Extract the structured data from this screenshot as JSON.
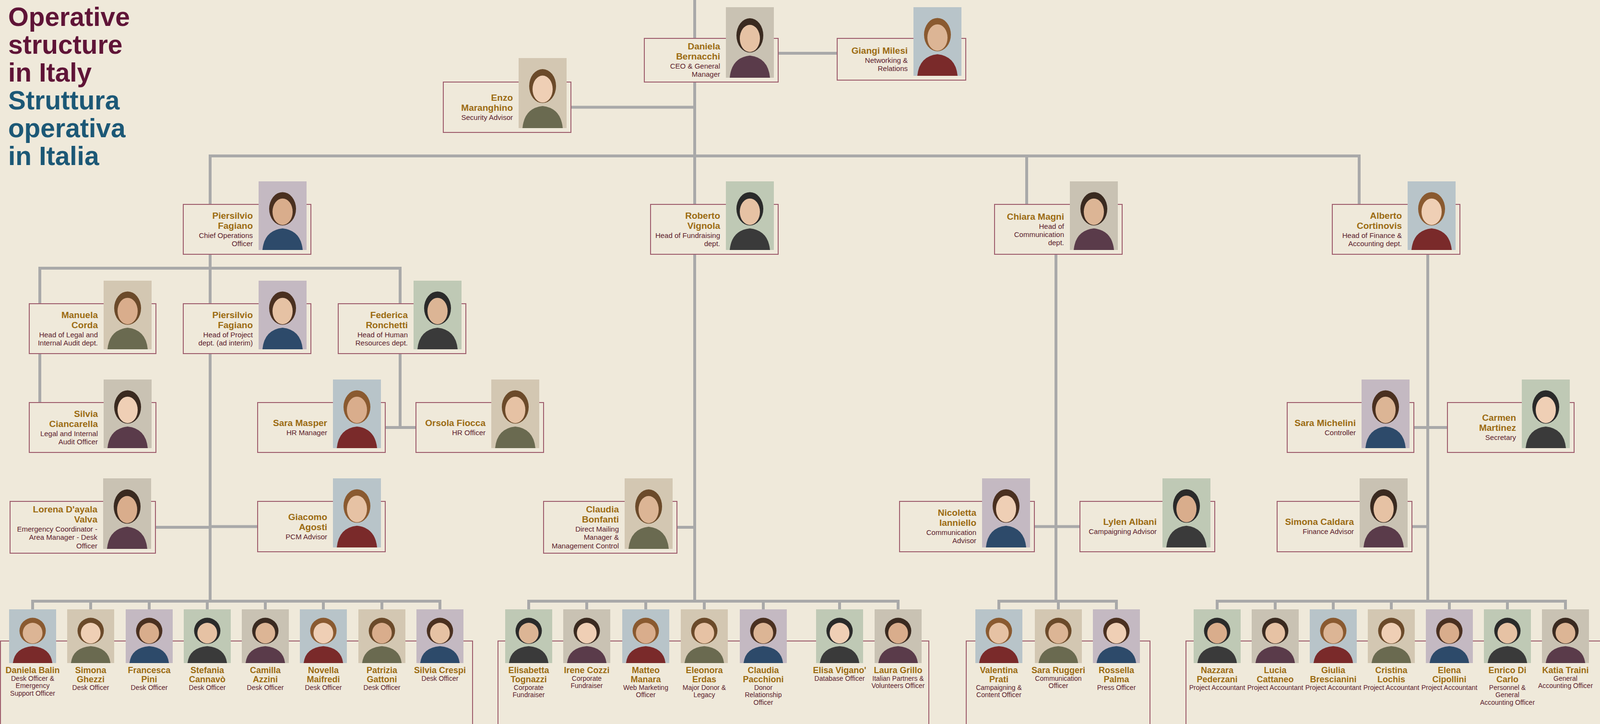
{
  "diagram": {
    "title": "Operative structure in Italy",
    "nodes": [
      {
        "text": [
          "Daniela Bernacchi",
          "CEO & General Manager"
        ]
      },
      {
        "text": [
          "Giangi Milesi",
          "Networking & Relations"
        ]
      },
      {
        "text": [
          "Enzo Maranghino",
          "Security Advisor"
        ]
      },
      {
        "text": [
          "Piersilvio Fagiano",
          "Chief Operations Officer"
        ]
      },
      {
        "text": [
          "Roberto Vignola",
          "Head of Fundraising dept."
        ]
      },
      {
        "text": [
          "Chiara Magni",
          "Head of Communication dept."
        ]
      },
      {
        "text": [
          "Alberto Cortinovis",
          "Head of Finance & Accounting dept."
        ]
      },
      {
        "text": [
          "Manuela Corda",
          "Head of Legal and Internal Audit dept."
        ]
      },
      {
        "text": [
          "Piersilvio Fagiano",
          "Head of Project dept. (ad interim)"
        ]
      },
      {
        "text": [
          "Federica Ronchetti",
          "Head of Human Resources dept."
        ]
      },
      {
        "text": [
          "Silvia Ciancarella",
          "Legal and Internal Audit Officer"
        ]
      },
      {
        "text": [
          "Sara Masper",
          "HR Manager"
        ]
      },
      {
        "text": [
          "Orsola Fiocca",
          "HR Officer"
        ]
      },
      {
        "text": [
          "Sara Michelini",
          "Controller"
        ]
      },
      {
        "text": [
          "Carmen Martinez",
          "Secretary"
        ]
      },
      {
        "text": [
          "Lorena D'ayala Valva",
          "Emergency Coordinator - Area Manager - Desk Officer"
        ]
      },
      {
        "text": [
          "Giacomo Agosti",
          "PCM Advisor"
        ]
      },
      {
        "text": [
          "Claudia Bonfanti",
          "Direct Mailing Manager & Management Control"
        ]
      },
      {
        "text": [
          "Nicoletta Ianniello",
          "Communication Advisor"
        ]
      },
      {
        "text": [
          "Lylen Albani",
          "Campaigning Advisor"
        ]
      },
      {
        "text": [
          "Simona Caldara",
          "Finance Advisor"
        ]
      },
      {
        "text": [
          "Daniela Balin",
          "Desk Officer & Emergency Support Officer"
        ]
      },
      {
        "text": [
          "Simona Ghezzi",
          "Desk Officer"
        ]
      },
      {
        "text": [
          "Francesca Pini",
          "Desk Officer"
        ]
      },
      {
        "text": [
          "Stefania Cannavò",
          "Desk Officer"
        ]
      },
      {
        "text": [
          "Camilla Azzini",
          "Desk Officer"
        ]
      },
      {
        "text": [
          "Novella Maifredi",
          "Desk Officer"
        ]
      },
      {
        "text": [
          "Patrizia Gattoni",
          "Desk Officer"
        ]
      },
      {
        "text": [
          "Silvia Crespi",
          "Desk Officer"
        ]
      },
      {
        "text": [
          "Elisabetta Tognazzi",
          "Corporate Fundraiser"
        ]
      },
      {
        "text": [
          "Irene Cozzi",
          "Corporate Fundraiser"
        ]
      },
      {
        "text": [
          "Matteo Manara",
          "Web Marketing Officer"
        ]
      },
      {
        "text": [
          "Eleonora Erdas",
          "Major Donor & Legacy"
        ]
      },
      {
        "text": [
          "Claudia Pacchioni",
          "Donor Relationship Officer"
        ]
      },
      {
        "text": [
          "Elisa Vigano'",
          "Database Officer"
        ]
      },
      {
        "text": [
          "Laura Grillo",
          "Italian Partners & Volunteers Officer"
        ]
      },
      {
        "text": [
          "Valentina Prati",
          "Campaigning & Content Officer"
        ]
      },
      {
        "text": [
          "Sara Ruggeri",
          "Communication Officer"
        ]
      },
      {
        "text": [
          "Rossella Palma",
          "Press Officer"
        ]
      },
      {
        "text": [
          "Nazzara Pederzani",
          "Project Accountant"
        ]
      },
      {
        "text": [
          "Lucia Cattaneo",
          "Project Accountant"
        ]
      },
      {
        "text": [
          "Giulia Brescianini",
          "Project Accountant"
        ]
      },
      {
        "text": [
          "Cristina Lochis",
          "Project Accountant"
        ]
      },
      {
        "text": [
          "Elena Cipollini",
          "Project Accountant"
        ]
      },
      {
        "text": [
          "Enrico Di Carlo",
          "Personnel & General Accounting Officer"
        ]
      },
      {
        "text": [
          "Katia Traini",
          "General Accounting Officer"
        ]
      }
    ],
    "edges": [
      {
        "from": 0,
        "to": 1,
        "arrow": "none"
      },
      {
        "from": 0,
        "to": 2,
        "arrow": "none"
      },
      {
        "from": 0,
        "to": 3,
        "arrow": "none"
      },
      {
        "from": 0,
        "to": 4,
        "arrow": "none"
      },
      {
        "from": 0,
        "to": 5,
        "arrow": "none"
      },
      {
        "from": 0,
        "to": 6,
        "arrow": "none"
      },
      {
        "from": 3,
        "to": 7,
        "arrow": "none"
      },
      {
        "from": 3,
        "to": 8,
        "arrow": "none"
      },
      {
        "from": 3,
        "to": 9,
        "arrow": "none"
      },
      {
        "from": 7,
        "to": 10,
        "arrow": "none"
      },
      {
        "from": 9,
        "to": 11,
        "arrow": "none"
      },
      {
        "from": 9,
        "to": 12,
        "arrow": "none"
      },
      {
        "from": 6,
        "to": 13,
        "arrow": "none"
      },
      {
        "from": 6,
        "to": 14,
        "arrow": "none"
      },
      {
        "from": 8,
        "to": 15,
        "arrow": "none"
      },
      {
        "from": 8,
        "to": 16,
        "arrow": "none"
      },
      {
        "from": 4,
        "to": 17,
        "arrow": "none"
      },
      {
        "from": 5,
        "to": 18,
        "arrow": "none"
      },
      {
        "from": 5,
        "to": 19,
        "arrow": "none"
      },
      {
        "from": 6,
        "to": 20,
        "arrow": "none"
      },
      {
        "from": 8,
        "to": 21,
        "arrow": "none"
      },
      {
        "from": 8,
        "to": 22,
        "arrow": "none"
      },
      {
        "from": 8,
        "to": 23,
        "arrow": "none"
      },
      {
        "from": 8,
        "to": 24,
        "arrow": "none"
      },
      {
        "from": 8,
        "to": 25,
        "arrow": "none"
      },
      {
        "from": 8,
        "to": 26,
        "arrow": "none"
      },
      {
        "from": 8,
        "to": 27,
        "arrow": "none"
      },
      {
        "from": 8,
        "to": 28,
        "arrow": "none"
      },
      {
        "from": 4,
        "to": 29,
        "arrow": "none"
      },
      {
        "from": 4,
        "to": 30,
        "arrow": "none"
      },
      {
        "from": 4,
        "to": 31,
        "arrow": "none"
      },
      {
        "from": 4,
        "to": 32,
        "arrow": "none"
      },
      {
        "from": 4,
        "to": 33,
        "arrow": "none"
      },
      {
        "from": 4,
        "to": 34,
        "arrow": "none"
      },
      {
        "from": 4,
        "to": 35,
        "arrow": "none"
      },
      {
        "from": 5,
        "to": 36,
        "arrow": "none"
      },
      {
        "from": 5,
        "to": 37,
        "arrow": "none"
      },
      {
        "from": 5,
        "to": 38,
        "arrow": "none"
      },
      {
        "from": 6,
        "to": 39,
        "arrow": "none"
      },
      {
        "from": 6,
        "to": 40,
        "arrow": "none"
      },
      {
        "from": 6,
        "to": 41,
        "arrow": "none"
      },
      {
        "from": 6,
        "to": 42,
        "arrow": "none"
      },
      {
        "from": 6,
        "to": 43,
        "arrow": "none"
      },
      {
        "from": 6,
        "to": 44,
        "arrow": "none"
      },
      {
        "from": 6,
        "to": 45,
        "arrow": "none"
      }
    ],
    "labels": [
      "Struttura operativa in Italia"
    ]
  }
}
